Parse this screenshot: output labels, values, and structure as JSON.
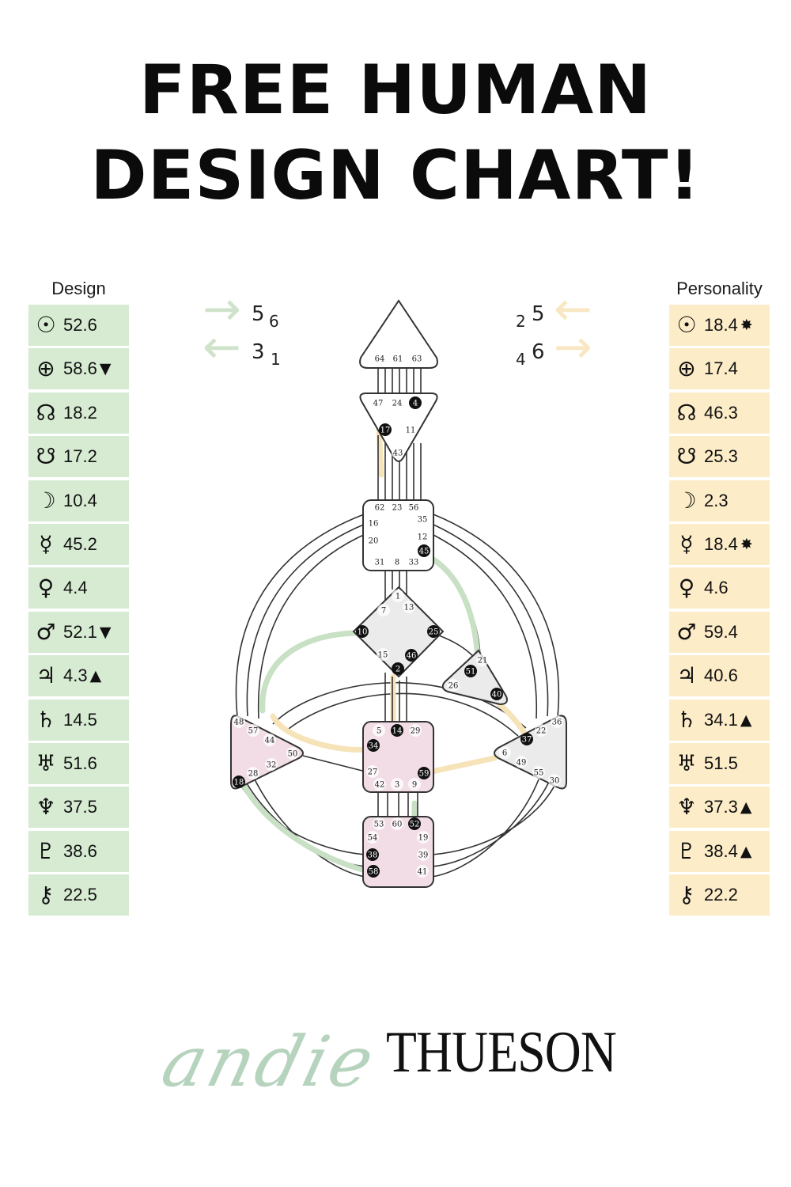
{
  "headline": {
    "line1": "FREE HUMAN",
    "line2": "DESIGN CHART!"
  },
  "design": {
    "title": "Design",
    "color": "#d6ebd2",
    "rows": [
      {
        "icon": "sun-icon",
        "glyph": "☉",
        "value": "52.6",
        "mark": ""
      },
      {
        "icon": "earth-icon",
        "glyph": "⊕",
        "value": "58.6",
        "mark": "▼"
      },
      {
        "icon": "north-node-icon",
        "glyph": "☊",
        "value": "18.2",
        "mark": ""
      },
      {
        "icon": "south-node-icon",
        "glyph": "☋",
        "value": "17.2",
        "mark": ""
      },
      {
        "icon": "moon-icon",
        "glyph": "☽",
        "value": "10.4",
        "mark": ""
      },
      {
        "icon": "mercury-icon",
        "glyph": "☿",
        "value": "45.2",
        "mark": ""
      },
      {
        "icon": "venus-icon",
        "glyph": "♀",
        "value": "4.4",
        "mark": ""
      },
      {
        "icon": "mars-icon",
        "glyph": "♂",
        "value": "52.1",
        "mark": "▼"
      },
      {
        "icon": "jupiter-icon",
        "glyph": "♃",
        "value": "4.3",
        "mark": "▲"
      },
      {
        "icon": "saturn-icon",
        "glyph": "♄",
        "value": "14.5",
        "mark": ""
      },
      {
        "icon": "uranus-icon",
        "glyph": "♅",
        "value": "51.6",
        "mark": ""
      },
      {
        "icon": "neptune-icon",
        "glyph": "♆",
        "value": "37.5",
        "mark": ""
      },
      {
        "icon": "pluto-icon",
        "glyph": "♇",
        "value": "38.6",
        "mark": ""
      },
      {
        "icon": "chiron-icon",
        "glyph": "⚷",
        "value": "22.5",
        "mark": ""
      }
    ]
  },
  "personality": {
    "title": "Personality",
    "color": "#fdecc8",
    "rows": [
      {
        "icon": "sun-icon",
        "glyph": "☉",
        "value": "18.4",
        "mark": "✸"
      },
      {
        "icon": "earth-icon",
        "glyph": "⊕",
        "value": "17.4",
        "mark": ""
      },
      {
        "icon": "north-node-icon",
        "glyph": "☊",
        "value": "46.3",
        "mark": ""
      },
      {
        "icon": "south-node-icon",
        "glyph": "☋",
        "value": "25.3",
        "mark": ""
      },
      {
        "icon": "moon-icon",
        "glyph": "☽",
        "value": "2.3",
        "mark": ""
      },
      {
        "icon": "mercury-icon",
        "glyph": "☿",
        "value": "18.4",
        "mark": "✸"
      },
      {
        "icon": "venus-icon",
        "glyph": "♀",
        "value": "4.6",
        "mark": ""
      },
      {
        "icon": "mars-icon",
        "glyph": "♂",
        "value": "59.4",
        "mark": ""
      },
      {
        "icon": "jupiter-icon",
        "glyph": "♃",
        "value": "40.6",
        "mark": ""
      },
      {
        "icon": "saturn-icon",
        "glyph": "♄",
        "value": "34.1",
        "mark": "▲"
      },
      {
        "icon": "uranus-icon",
        "glyph": "♅",
        "value": "51.5",
        "mark": ""
      },
      {
        "icon": "neptune-icon",
        "glyph": "♆",
        "value": "37.3",
        "mark": "▲"
      },
      {
        "icon": "pluto-icon",
        "glyph": "♇",
        "value": "38.4",
        "mark": "▲"
      },
      {
        "icon": "chiron-icon",
        "glyph": "⚷",
        "value": "22.2",
        "mark": ""
      }
    ]
  },
  "variables": {
    "design_top": {
      "big": "5",
      "small": "6",
      "arrow": "right-arrow-icon"
    },
    "design_bottom": {
      "big": "3",
      "small": "1",
      "arrow": "left-arrow-icon"
    },
    "personality_top": {
      "small": "2",
      "big": "5",
      "arrow": "left-arrow-icon"
    },
    "personality_bottom": {
      "small": "4",
      "big": "6",
      "arrow": "right-arrow-icon"
    }
  },
  "bodygraph": {
    "colors": {
      "design_line": "#c8e0c4",
      "personality_line": "#f6e3b8",
      "center_defined_pink": "#f2dde6",
      "center_defined_gray": "#ebebeb",
      "center_open": "#ffffff",
      "activated_gate": "#111111"
    },
    "gates": {
      "head": [
        "64",
        "61",
        "63"
      ],
      "ajna": [
        "47",
        "24",
        "4",
        "17",
        "11",
        "43"
      ],
      "throat": [
        "62",
        "23",
        "56",
        "16",
        "35",
        "20",
        "12",
        "45",
        "31",
        "8",
        "33"
      ],
      "g": [
        "1",
        "7",
        "13",
        "10",
        "25",
        "15",
        "46",
        "2"
      ],
      "heart": [
        "21",
        "51",
        "26",
        "40"
      ],
      "spleen": [
        "48",
        "57",
        "44",
        "50",
        "32",
        "28",
        "18"
      ],
      "sacral": [
        "5",
        "14",
        "29",
        "34",
        "27",
        "59",
        "42",
        "3",
        "9"
      ],
      "solar_plexus": [
        "36",
        "22",
        "37",
        "6",
        "49",
        "55",
        "30"
      ],
      "root": [
        "53",
        "60",
        "52",
        "54",
        "19",
        "38",
        "39",
        "58",
        "41"
      ]
    },
    "activated": [
      "4",
      "17",
      "45",
      "10",
      "25",
      "46",
      "2",
      "51",
      "40",
      "14",
      "34",
      "59",
      "18",
      "37",
      "52",
      "38",
      "58"
    ]
  },
  "brand": {
    "script": "andie",
    "name": "THUESON"
  }
}
